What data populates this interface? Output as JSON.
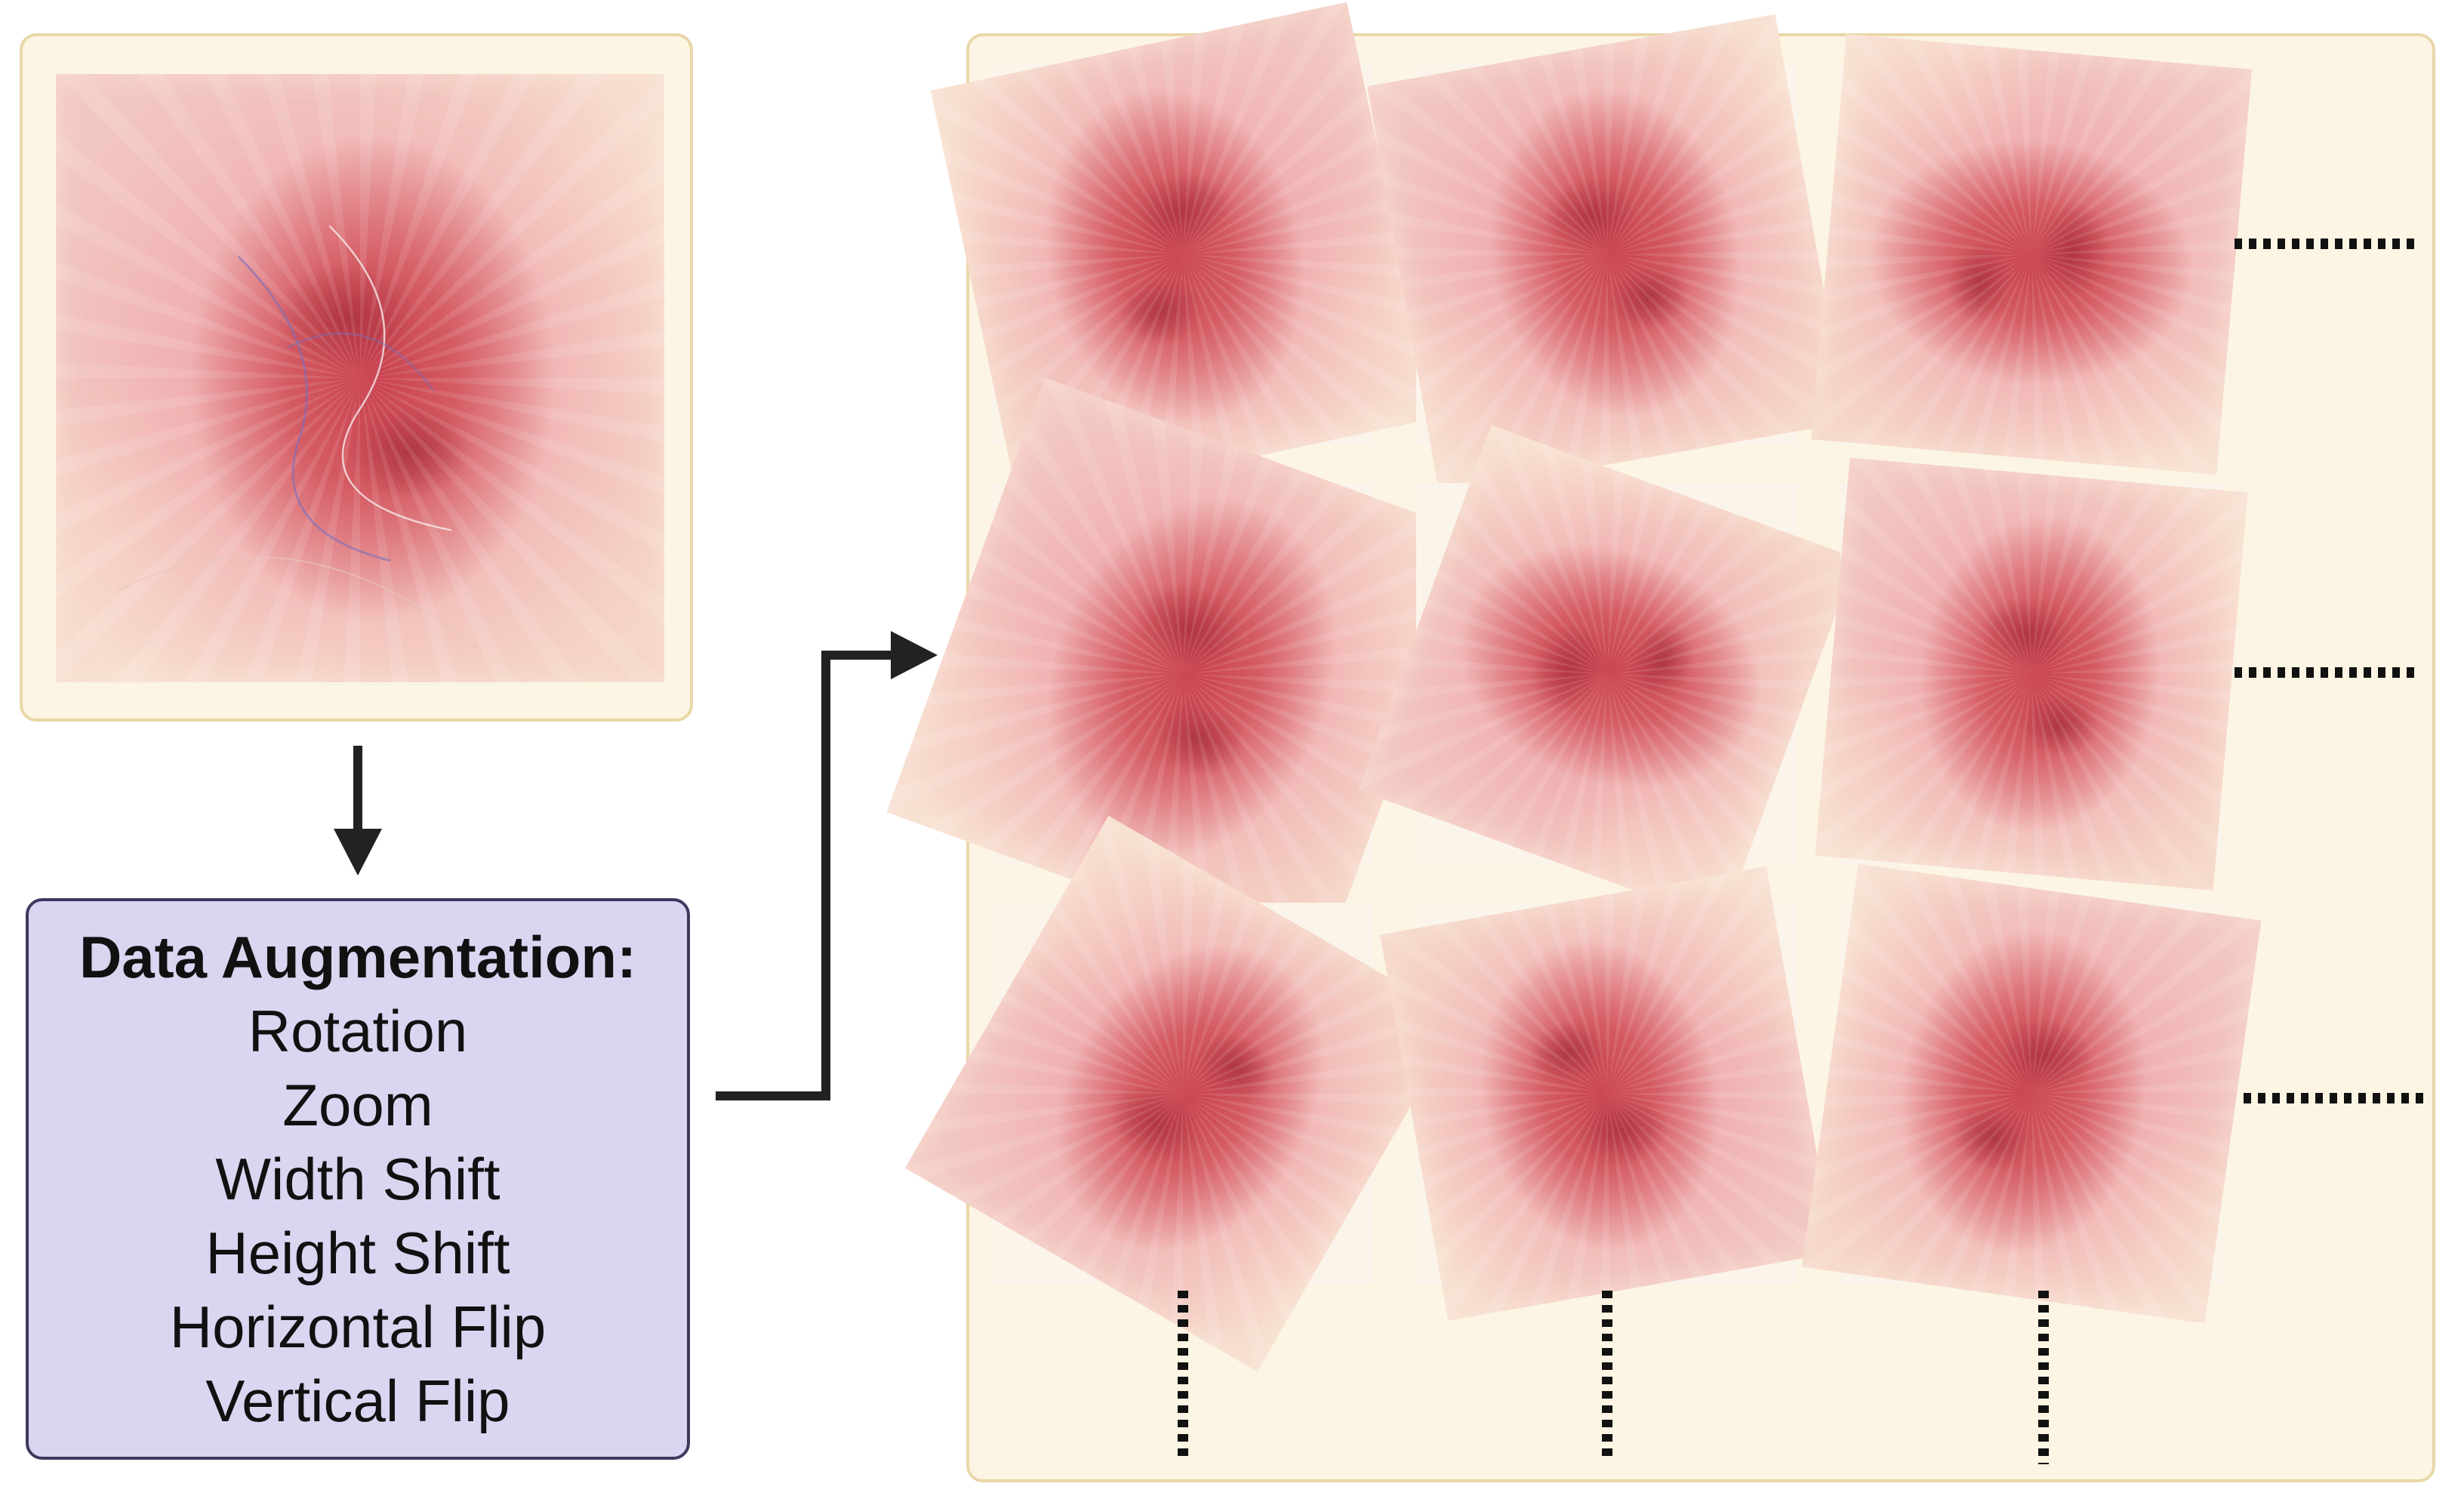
{
  "augmentation": {
    "title": "Data Augmentation:",
    "items": [
      "Rotation",
      "Zoom",
      "Width Shift",
      "Height Shift",
      "Horizontal Flip",
      "Vertical Flip"
    ]
  },
  "colors": {
    "source_frame_fill": "#fcf5e3",
    "source_frame_border": "#e9d7a8",
    "aug_box_fill": "#dad6f1",
    "aug_box_border": "#3c3a60",
    "arrow": "#222222",
    "dots": "#111111"
  },
  "grid": {
    "rows": 3,
    "columns": 3
  }
}
